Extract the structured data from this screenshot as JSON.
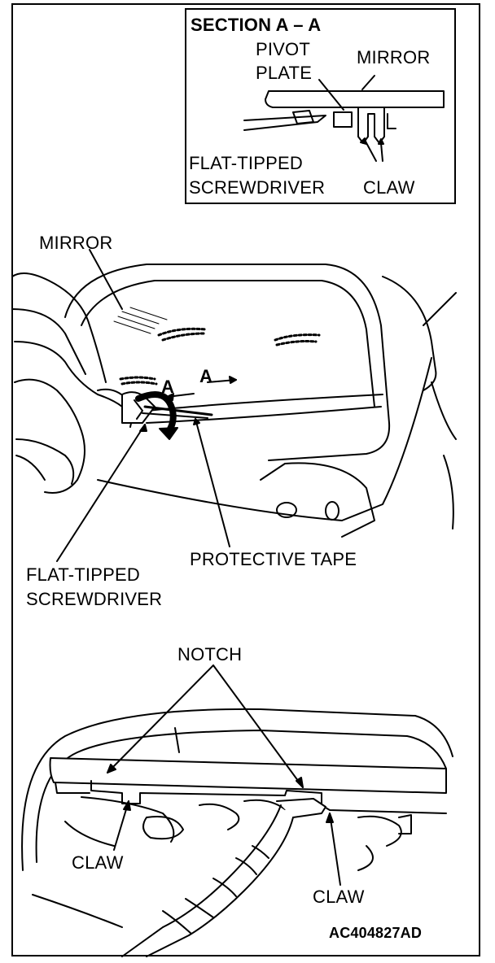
{
  "inset": {
    "title": "SECTION A – A",
    "pivot_plate": [
      "PIVOT",
      "PLATE"
    ],
    "mirror": "MIRROR",
    "screwdriver": [
      "FLAT-TIPPED",
      "SCREWDRIVER"
    ],
    "claw": "CLAW"
  },
  "middle": {
    "mirror": "MIRROR",
    "section_mark_left": "A",
    "section_mark_right": "A",
    "protective_tape": "PROTECTIVE TAPE",
    "screwdriver": [
      "FLAT-TIPPED",
      "SCREWDRIVER"
    ]
  },
  "bottom": {
    "notch": "NOTCH",
    "claw_left": "CLAW",
    "claw_right": "CLAW",
    "figure_code": "AC404827AD"
  }
}
